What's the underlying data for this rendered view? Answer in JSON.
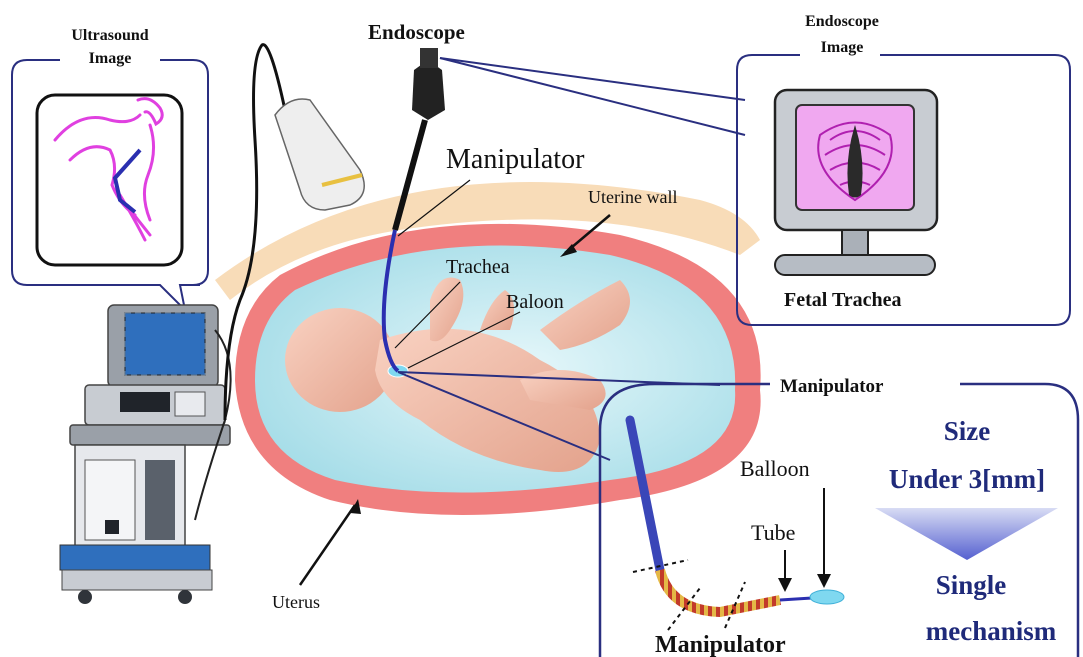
{
  "labels": {
    "ultrasound_image": [
      "Ultrasound",
      "Image"
    ],
    "endoscope": "Endoscope",
    "endoscope_image": [
      "Endoscope",
      "Image"
    ],
    "manipulator_top": "Manipulator",
    "uterine_wall": "Uterine wall",
    "trachea": "Trachea",
    "baloon": "Baloon",
    "fetal_trachea": "Fetal Trachea",
    "manipulator_panel_title": "Manipulator",
    "size": "Size",
    "under_3mm": "Under 3[mm]",
    "balloon": "Balloon",
    "tube": "Tube",
    "single": "Single",
    "mechanism": "mechanism",
    "manipulator_bottom": "Manipulator",
    "uterus": "Uterus"
  },
  "colors": {
    "panel_border": "#2a2f80",
    "endoscope_line": "#2b2fb0",
    "uterine_wall": "#f07f7f",
    "amniotic_fluid": "#bfe8ef",
    "skin_layer": "#f8dcb8",
    "ultrasound_trace": "#e040e0",
    "size_text": "#1f2a7a",
    "balloon": "#7fd8f0"
  },
  "icons": [
    "ultrasound-machine-icon",
    "ultrasound-probe-icon",
    "endoscope-icon",
    "monitor-icon",
    "fetus-icon",
    "manipulator-icon",
    "balloon-icon",
    "arrow-down-icon"
  ]
}
